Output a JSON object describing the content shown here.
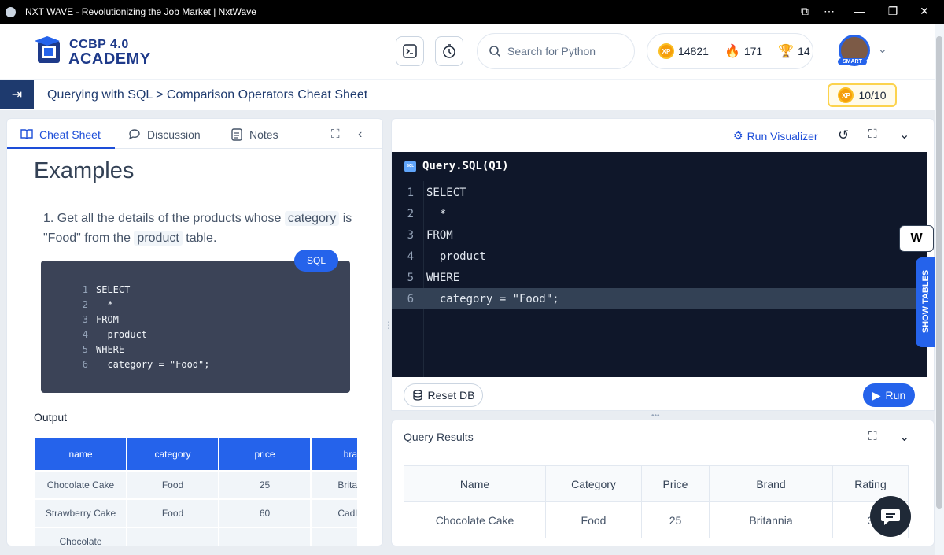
{
  "window": {
    "title": "NXT WAVE - Revolutionizing the Job Market | NxtWave"
  },
  "brand": {
    "line1": "CCBP 4.0",
    "line2": "ACADEMY"
  },
  "header": {
    "search_placeholder": "Search for Python",
    "xp_count": "14821",
    "streak_count": "171",
    "trophy_count": "14",
    "avatar_badge": "SMART",
    "xp_badge_text": "XP"
  },
  "breadcrumb": {
    "text": "Querying with SQL > Comparison Operators Cheat Sheet",
    "score": "10/10"
  },
  "left_panel": {
    "tabs": [
      {
        "label": "Cheat Sheet"
      },
      {
        "label": "Discussion"
      },
      {
        "label": "Notes"
      }
    ],
    "heading": "Examples",
    "question": {
      "number": "1.",
      "pre": "Get all the details of the products whose",
      "kw1": "category",
      "mid": "is \"Food\" from the",
      "kw2": "product",
      "post": "table."
    },
    "code_badge": "SQL",
    "code_lines": [
      {
        "n": "1",
        "t": "SELECT"
      },
      {
        "n": "2",
        "t": "  *"
      },
      {
        "n": "3",
        "t": "FROM"
      },
      {
        "n": "4",
        "t": "  product"
      },
      {
        "n": "5",
        "t": "WHERE"
      },
      {
        "n": "6",
        "t": "  category = \"Food\";"
      }
    ],
    "output_label": "Output",
    "output_table": {
      "headers": [
        "name",
        "category",
        "price",
        "bra"
      ],
      "rows": [
        [
          "Chocolate Cake",
          "Food",
          "25",
          "Brita"
        ],
        [
          "Strawberry Cake",
          "Food",
          "60",
          "Cadl"
        ],
        [
          "Chocolate",
          "",
          "",
          ""
        ]
      ]
    }
  },
  "editor": {
    "run_visualizer": "Run Visualizer",
    "title": "Query.SQL(Q1)",
    "sql_icon_text": "SQL",
    "lines": [
      {
        "n": "1",
        "t": "SELECT"
      },
      {
        "n": "2",
        "t": "  *"
      },
      {
        "n": "3",
        "t": "FROM"
      },
      {
        "n": "4",
        "t": "  product"
      },
      {
        "n": "5",
        "t": "WHERE"
      },
      {
        "n": "6",
        "t": "  category = \"Food\";"
      }
    ],
    "reset_label": "Reset DB",
    "run_label": "Run"
  },
  "results": {
    "title": "Query Results",
    "headers": [
      "Name",
      "Category",
      "Price",
      "Brand",
      "Rating"
    ],
    "rows": [
      [
        "Chocolate Cake",
        "Food",
        "25",
        "Britannia",
        "3"
      ]
    ]
  },
  "side": {
    "show_tables": "SHOW TABLES",
    "w_badge": "W"
  },
  "colors": {
    "primary": "#2563eb",
    "navy": "#1e3a6e",
    "editor_bg": "#0f172a",
    "gold": "#f59e0b"
  }
}
